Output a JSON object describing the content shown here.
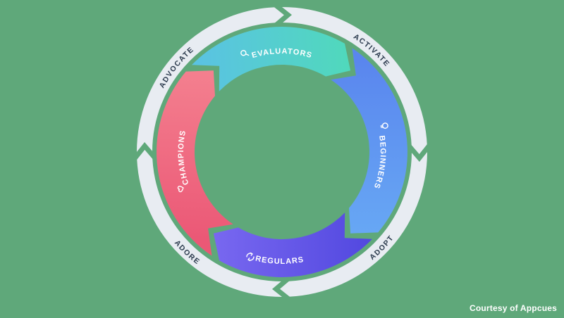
{
  "colors": {
    "background": "#5FA87A",
    "ring": "#E8ECF2",
    "ring_text": "#2C3B4E",
    "segment_label_text": "#FFFFFF"
  },
  "outer_ring": {
    "stages": [
      {
        "label": "ACTIVATE"
      },
      {
        "label": "ADOPT"
      },
      {
        "label": "ADORE"
      },
      {
        "label": "ADVOCATE"
      }
    ]
  },
  "segments": [
    {
      "label": "EVALUATORS",
      "icon": "magnifier-icon",
      "color_start": "#5AC3E2",
      "color_end": "#50D9BB"
    },
    {
      "label": "BEGINNERS",
      "icon": "lightbulb-icon",
      "color_start": "#5A86EE",
      "color_end": "#67A7F4"
    },
    {
      "label": "REGULARS",
      "icon": "cycle-icon",
      "color_start": "#5349E0",
      "color_end": "#7968F0"
    },
    {
      "label": "CHAMPIONS",
      "icon": "heart-icon",
      "color_start": "#EB5876",
      "color_end": "#F4808F"
    }
  ],
  "footer": {
    "courtesy": "Courtesy of Appcues"
  }
}
